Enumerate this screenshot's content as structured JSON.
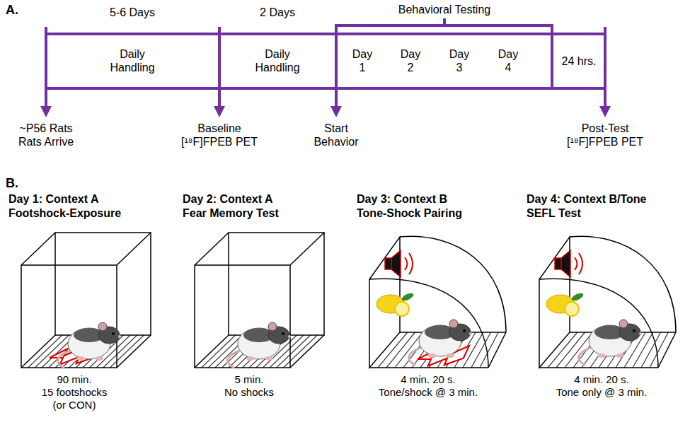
{
  "diagram": {
    "nodes": [
      {
        "text": [
          "Day 1: Context A",
          "Footshock-Exposure",
          "90 min.",
          "15 footshocks (or CON)"
        ]
      },
      {
        "text": [
          "Day 2: Context A",
          "Fear Memory Test",
          "5 min.",
          "No shocks"
        ]
      },
      {
        "text": [
          "Day 3: Context B",
          "Tone-Shock Pairing",
          "4 min. 20 s.",
          "Tone/shock @ 3 min."
        ]
      },
      {
        "text": [
          "Day 4: Context B/Tone",
          "SEFL Test",
          "4 min. 20 s.",
          "Tone only @ 3 min."
        ]
      }
    ],
    "labels": [
      "A.",
      "5-6 Days",
      "2 Days",
      "Behavioral Testing",
      "Daily Handling",
      "Daily Handling",
      "Day 1",
      "Day 2",
      "Day 3",
      "Day 4",
      "24 hrs.",
      "~P56 Rats Rats Arrive",
      "Baseline [¹⁸F]FPEB PET",
      "Start Behavior",
      "Post-Test [¹⁸F]FPEB PET",
      "B."
    ]
  }
}
